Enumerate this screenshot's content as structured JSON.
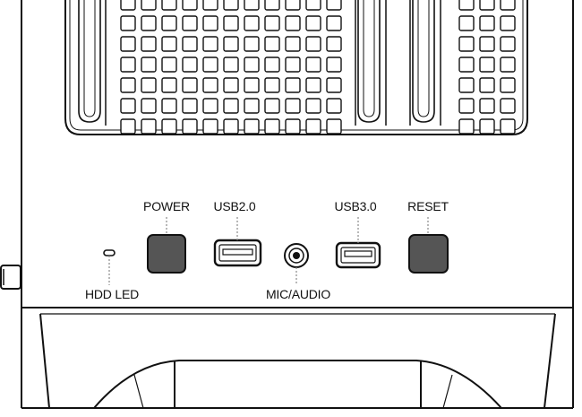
{
  "labels": {
    "power": "POWER",
    "usb2": "USB2.0",
    "usb3": "USB3.0",
    "reset": "RESET",
    "hdd_led": "HDD LED",
    "mic_audio": "MIC/AUDIO"
  },
  "colors": {
    "stroke": "#111111",
    "button_fill": "#555555",
    "leader": "#8a8a8a",
    "background": "#ffffff"
  },
  "icons": {
    "power_button": "square-button",
    "reset_button": "square-button",
    "usb2_port": "usb-a-port",
    "usb3_port": "usb-a-port",
    "mic_audio_jack": "audio-jack",
    "hdd_led": "led-slot"
  }
}
